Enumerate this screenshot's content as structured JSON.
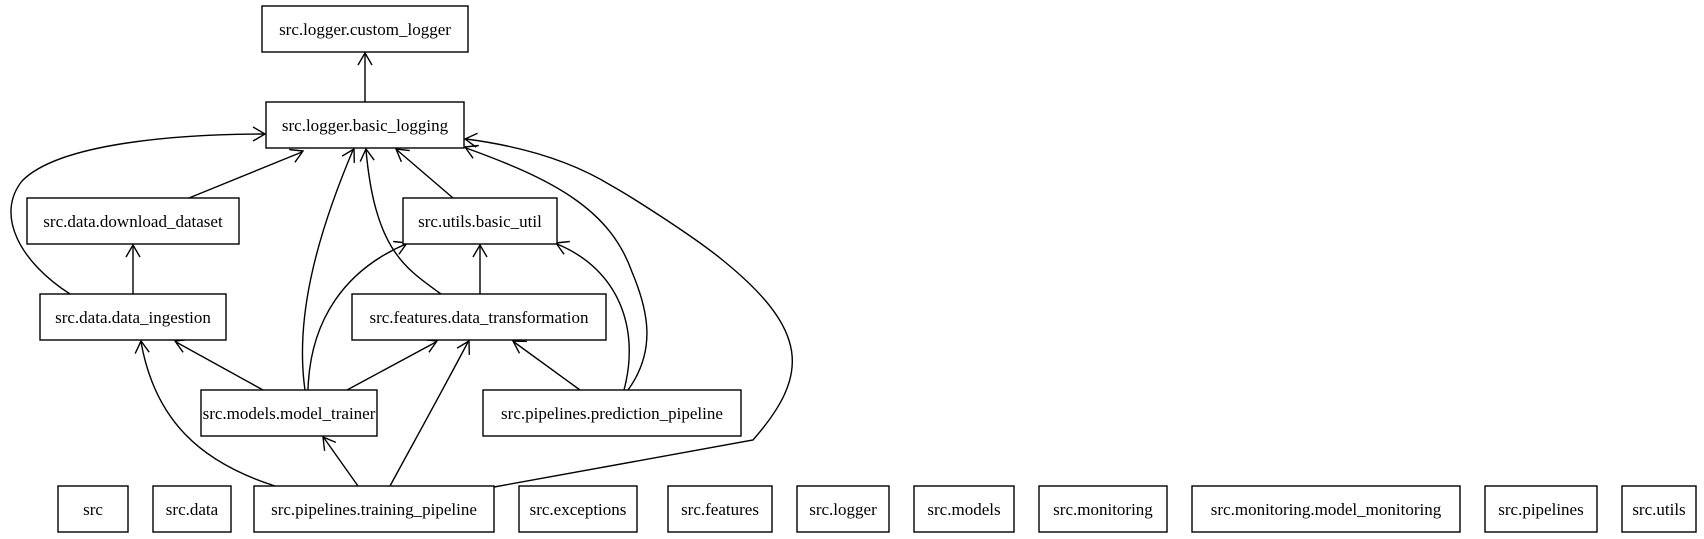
{
  "nodes": [
    {
      "id": "custom_logger",
      "label": "src.logger.custom_logger"
    },
    {
      "id": "basic_logging",
      "label": "src.logger.basic_logging"
    },
    {
      "id": "download_dataset",
      "label": "src.data.download_dataset"
    },
    {
      "id": "basic_util",
      "label": "src.utils.basic_util"
    },
    {
      "id": "data_ingestion",
      "label": "src.data.data_ingestion"
    },
    {
      "id": "data_transformation",
      "label": "src.features.data_transformation"
    },
    {
      "id": "model_trainer",
      "label": "src.models.model_trainer"
    },
    {
      "id": "prediction_pipeline",
      "label": "src.pipelines.prediction_pipeline"
    },
    {
      "id": "src",
      "label": "src"
    },
    {
      "id": "src_data",
      "label": "src.data"
    },
    {
      "id": "training_pipeline",
      "label": "src.pipelines.training_pipeline"
    },
    {
      "id": "src_exceptions",
      "label": "src.exceptions"
    },
    {
      "id": "src_features",
      "label": "src.features"
    },
    {
      "id": "src_logger",
      "label": "src.logger"
    },
    {
      "id": "src_models",
      "label": "src.models"
    },
    {
      "id": "src_monitoring",
      "label": "src.monitoring"
    },
    {
      "id": "model_monitoring",
      "label": "src.monitoring.model_monitoring"
    },
    {
      "id": "src_pipelines",
      "label": "src.pipelines"
    },
    {
      "id": "src_utils",
      "label": "src.utils"
    }
  ],
  "edges": [
    {
      "from": "basic_logging",
      "to": "custom_logger"
    },
    {
      "from": "download_dataset",
      "to": "basic_logging"
    },
    {
      "from": "data_ingestion",
      "to": "basic_logging"
    },
    {
      "from": "data_ingestion",
      "to": "download_dataset"
    },
    {
      "from": "basic_util",
      "to": "basic_logging"
    },
    {
      "from": "data_transformation",
      "to": "basic_logging"
    },
    {
      "from": "data_transformation",
      "to": "basic_util"
    },
    {
      "from": "model_trainer",
      "to": "basic_logging"
    },
    {
      "from": "model_trainer",
      "to": "data_ingestion"
    },
    {
      "from": "model_trainer",
      "to": "basic_util"
    },
    {
      "from": "model_trainer",
      "to": "data_transformation"
    },
    {
      "from": "prediction_pipeline",
      "to": "data_transformation"
    },
    {
      "from": "prediction_pipeline",
      "to": "basic_util"
    },
    {
      "from": "prediction_pipeline",
      "to": "basic_logging"
    },
    {
      "from": "training_pipeline",
      "to": "data_ingestion"
    },
    {
      "from": "training_pipeline",
      "to": "model_trainer"
    },
    {
      "from": "training_pipeline",
      "to": "data_transformation"
    },
    {
      "from": "training_pipeline",
      "to": "basic_logging"
    }
  ]
}
